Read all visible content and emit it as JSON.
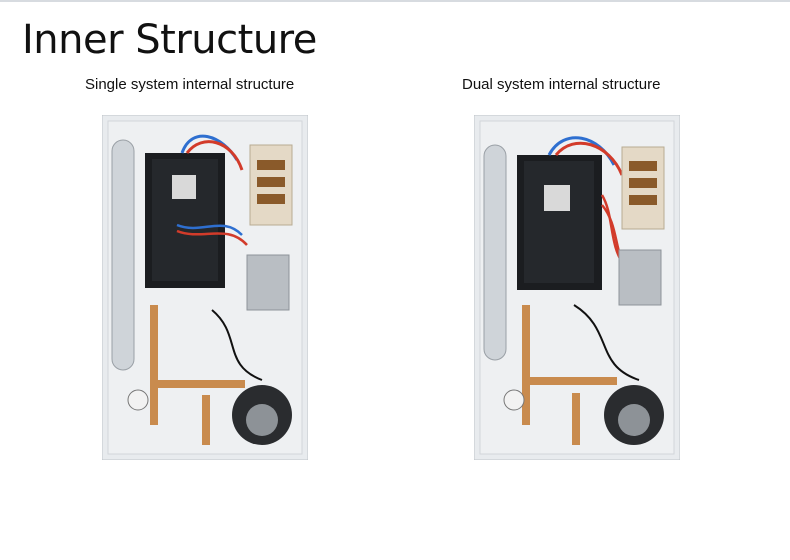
{
  "title": "Inner Structure",
  "panels": [
    {
      "caption": "Single system internal structure"
    },
    {
      "caption": "Dual system internal structure"
    }
  ],
  "colors": {
    "cabinet": "#e9ecef",
    "control_box": "#1b1d20",
    "copper": "#c98b4e",
    "tank": "#cfd4d9",
    "pump": "#2a2c2f"
  }
}
